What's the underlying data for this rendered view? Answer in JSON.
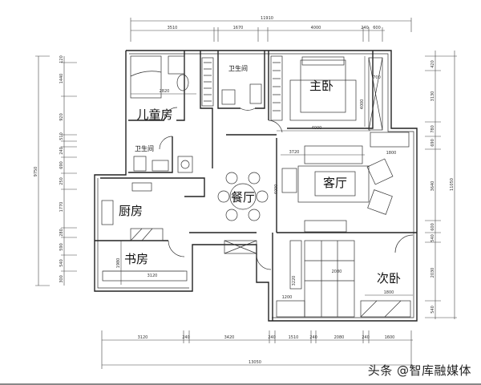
{
  "rooms": {
    "child_room": "儿童房",
    "bathroom_1": "卫生间",
    "master_bedroom": "主卧",
    "bathroom_2": "卫生间",
    "dining": "餐厅",
    "living": "客厅",
    "kitchen": "厨房",
    "study": "书房",
    "second_bedroom": "次卧"
  },
  "dimensions": {
    "top_total": "11910",
    "top": [
      "3510",
      "1670",
      "4000",
      "240",
      "600"
    ],
    "bottom_total": "13050",
    "bottom": [
      "3120",
      "240",
      "3420",
      "240",
      "1510",
      "240",
      "2080",
      "240",
      "1600"
    ],
    "left_total": "9750",
    "left": [
      "120",
      "1440",
      "920",
      "510",
      "240",
      "690",
      "250",
      "1770",
      "280",
      "590",
      "540",
      "300"
    ],
    "right_total": "11050",
    "right": [
      "420",
      "3130",
      "780",
      "690",
      "3640",
      "600",
      "540",
      "2030",
      "540"
    ],
    "inner": {
      "child_bed": "2820",
      "master_width": "4000",
      "master_depth": "4000",
      "closet": "700",
      "living_width": "3720",
      "tv_cabinet": "1800",
      "living_depth": "4000",
      "study_width": "3120",
      "study_depth": "1980",
      "wardrobe_width": "2080",
      "wardrobe_depth": "3220",
      "desk": "1200",
      "second_desk": "1800"
    }
  },
  "watermark": "头条 @智库融媒体"
}
